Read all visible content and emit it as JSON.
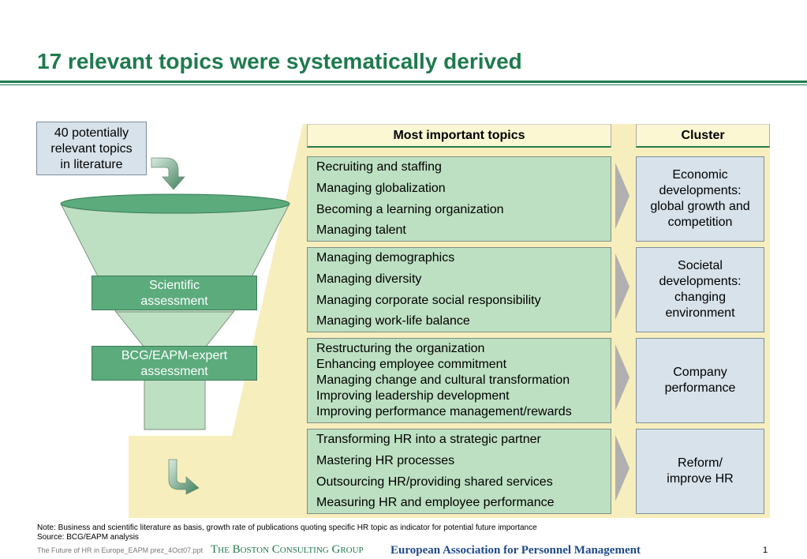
{
  "title": "17 relevant topics were systematically derived",
  "source_box": {
    "lines": [
      "40 potentially",
      "relevant topics",
      "in literature"
    ]
  },
  "stages": [
    {
      "lines": [
        "Scientific",
        "assessment"
      ]
    },
    {
      "lines": [
        "BCG/EAPM-expert",
        "assessment"
      ]
    }
  ],
  "headers": {
    "topics": "Most important topics",
    "cluster": "Cluster"
  },
  "groups": [
    {
      "topics": [
        "Recruiting and staffing",
        "Managing globalization",
        "Becoming a learning organization",
        "Managing talent"
      ],
      "cluster": [
        "Economic",
        "developments:",
        "global growth and",
        "competition"
      ]
    },
    {
      "topics": [
        "Managing demographics",
        "Managing diversity",
        "Managing corporate social responsibility",
        "Managing work-life balance"
      ],
      "cluster": [
        "Societal",
        "developments:",
        "changing",
        "environment"
      ]
    },
    {
      "topics": [
        "Restructuring the organization",
        "Enhancing employee commitment",
        "Managing change and cultural transformation",
        "Improving leadership development",
        "Improving performance management/rewards"
      ],
      "cluster": [
        "Company",
        "performance"
      ]
    },
    {
      "topics": [
        "Transforming HR into a strategic partner",
        "Mastering HR processes",
        "Outsourcing HR/providing shared services",
        "Measuring HR and employee performance"
      ],
      "cluster": [
        "Reform/",
        "improve HR"
      ]
    }
  ],
  "footer": {
    "note": "Note: Business and scientific literature as basis, growth rate of publications quoting specific HR topic as indicator for potential future importance",
    "source": "Source: BCG/EAPM analysis",
    "file": "The Future of HR in Europe_EAPM prez_4Oct07.ppt",
    "bcg": "The Boston Consulting Group",
    "eapm": "European Association for Personnel Management",
    "page": "1"
  },
  "colors": {
    "brand_green": "#1f7a4d",
    "funnel_fill": "#bde0c2",
    "stage_fill": "#5bab7d",
    "backdrop": "#f7eebd",
    "cluster_fill": "#d7e2ea",
    "arrow_grey": "#b0b0b0"
  },
  "icons": [
    "curved-down-arrow-icon",
    "chevron-right-icon"
  ]
}
